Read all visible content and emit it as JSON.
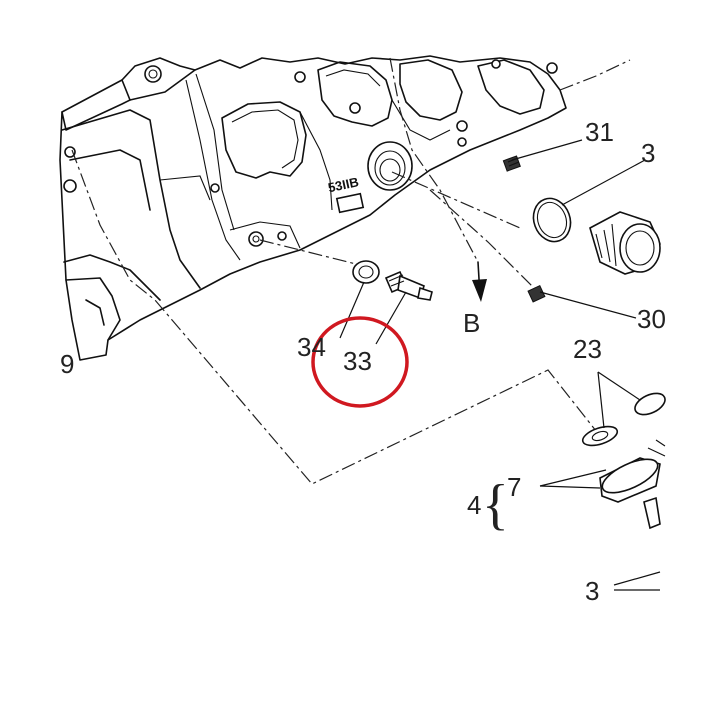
{
  "labels": {
    "l31": "31",
    "l32": "3",
    "l30": "30",
    "lB": "B",
    "l34": "34",
    "l33": "33",
    "l23": "23",
    "l7": "7",
    "l4": "4",
    "l3": "3",
    "l9": "9",
    "brace": "{",
    "cast_mark": "53IIB"
  },
  "colors": {
    "highlight_circle": "#d01820",
    "line": "#111111"
  }
}
